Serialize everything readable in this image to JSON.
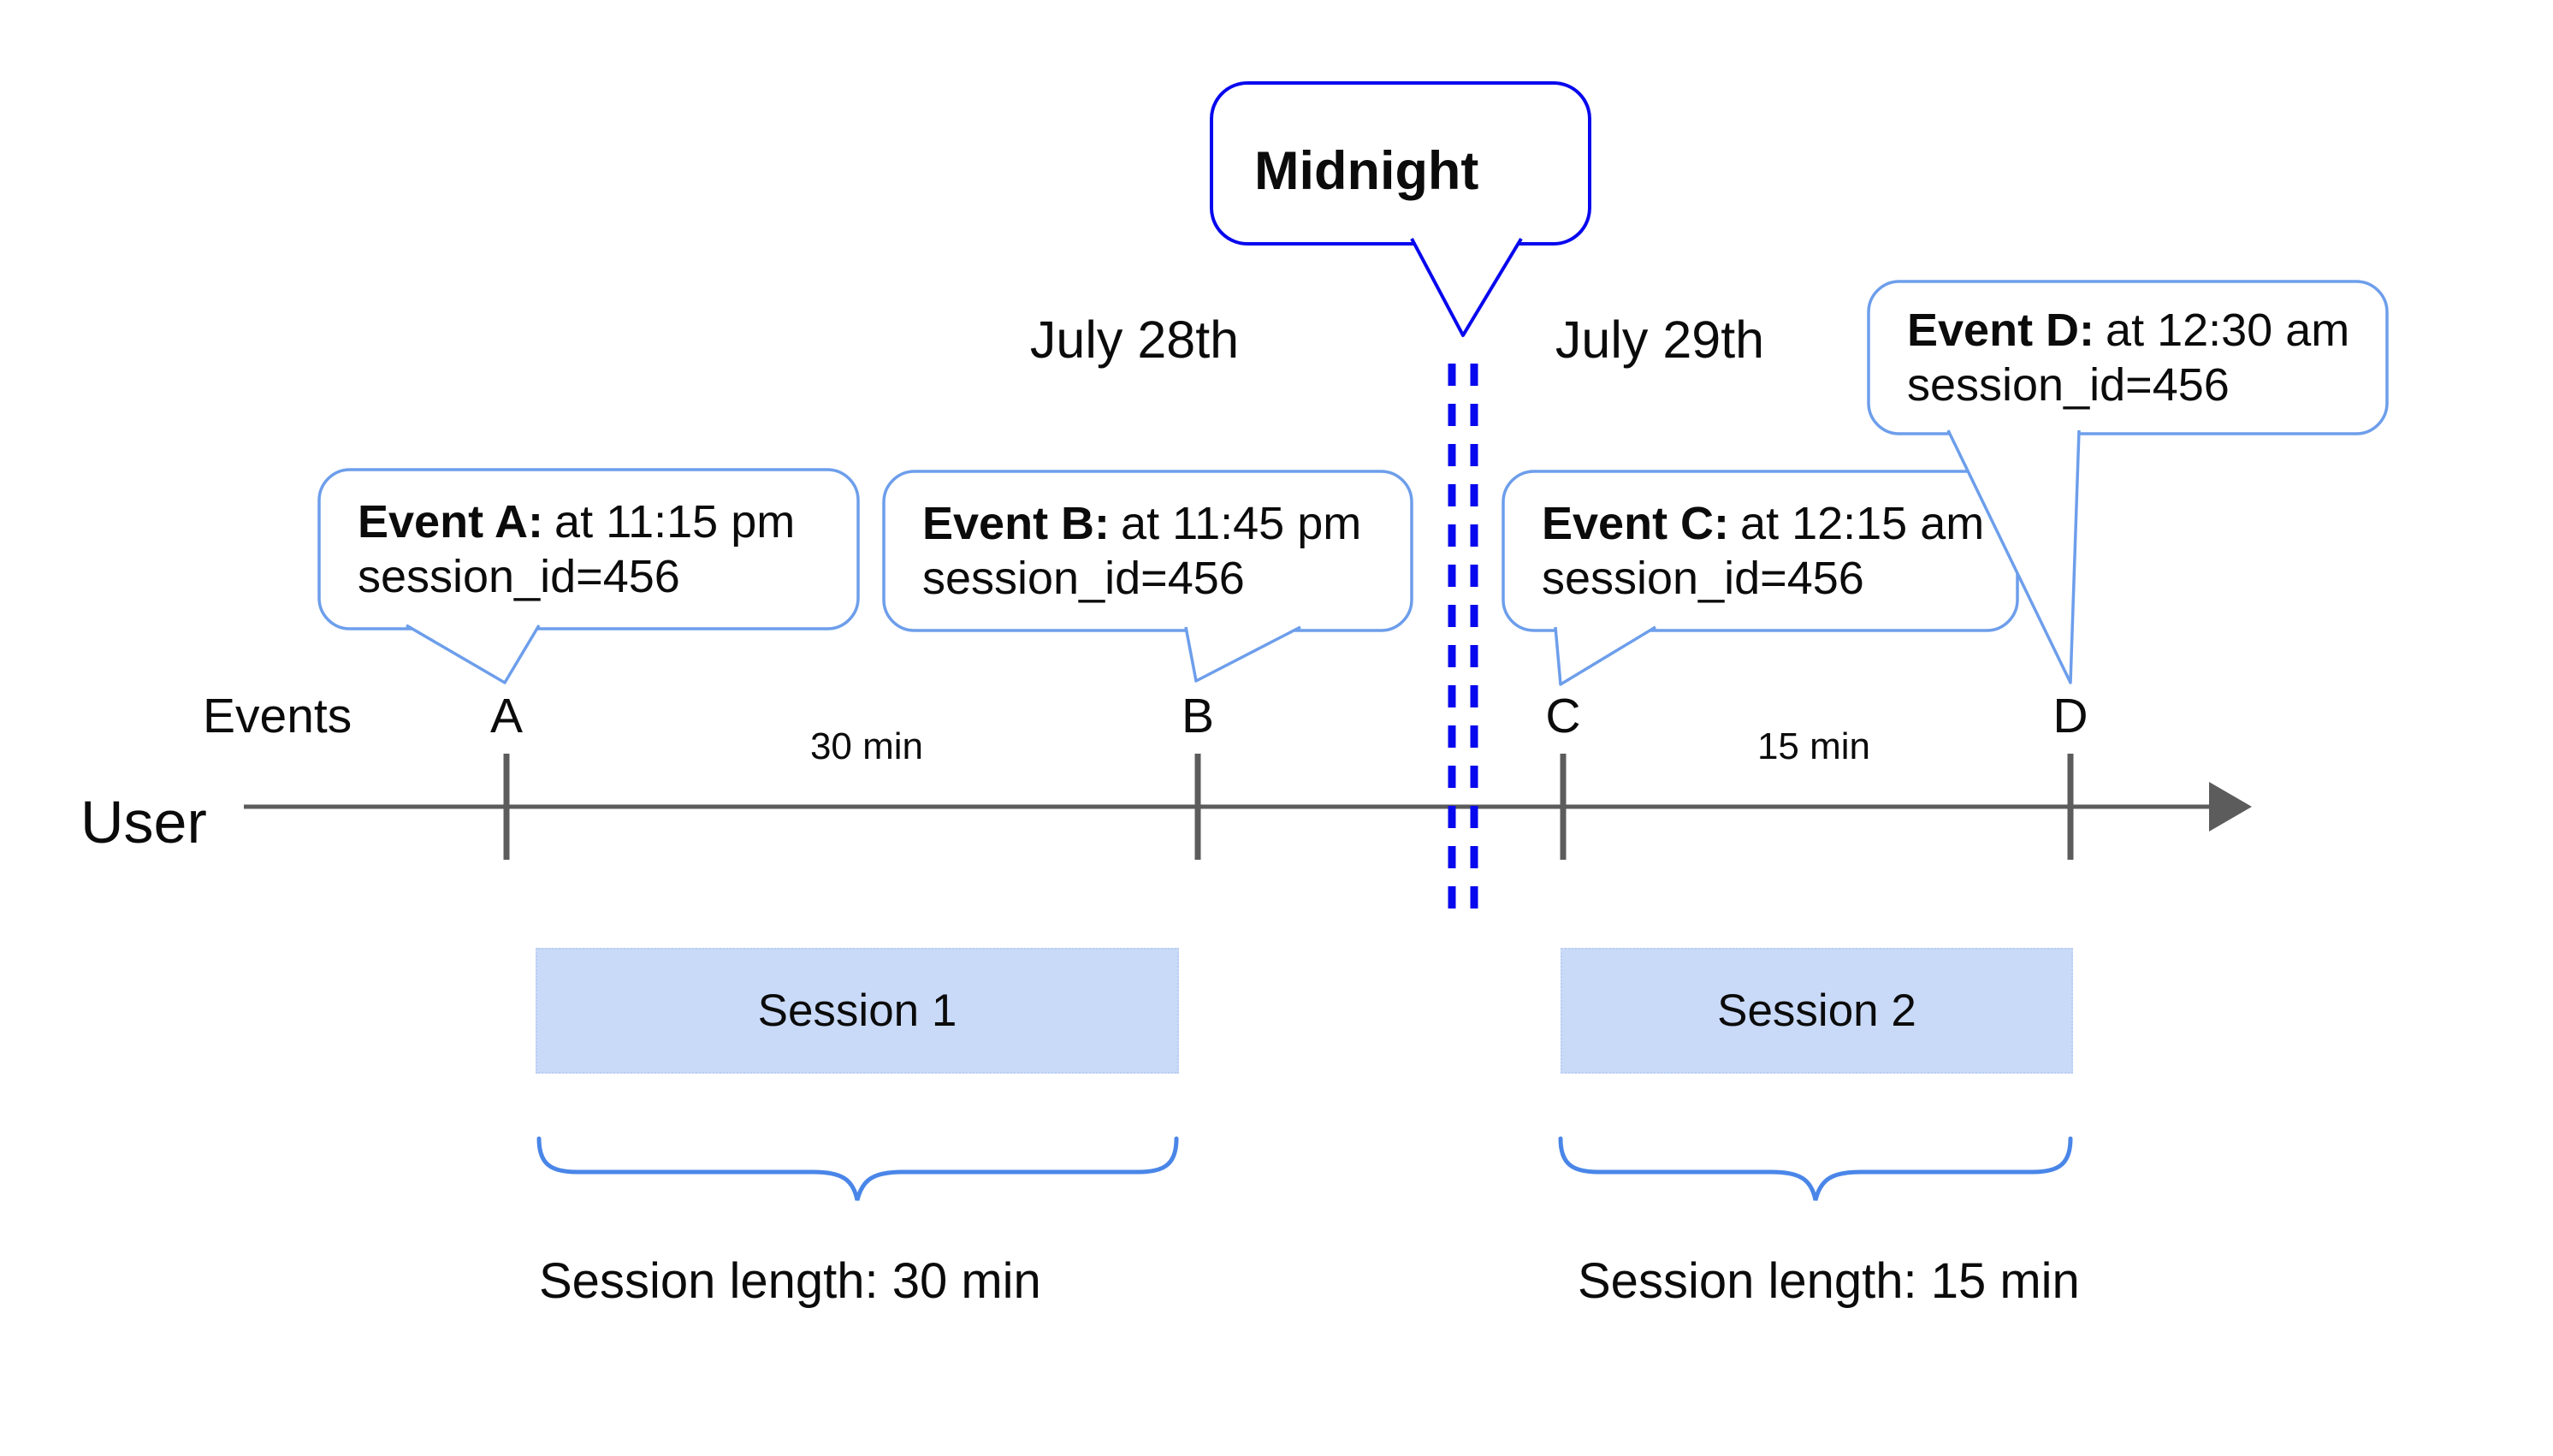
{
  "colors": {
    "axis": "#5c5c5c",
    "bubble_border": "#6d9eeb",
    "midnight_blue": "#0808ee",
    "brace": "#4a86e8",
    "session_fill": "#c9daf8",
    "ink": "#0b0b0b"
  },
  "midnight": {
    "label": "Midnight"
  },
  "dates": {
    "left": "July 28th",
    "right": "July 29th"
  },
  "axis": {
    "events_label": "Events",
    "user_label": "User",
    "gap_ab": "30 min",
    "gap_cd": "15 min"
  },
  "events": [
    {
      "id": "A",
      "title_bold": "Event A:",
      "title_rest": "at 11:15 pm",
      "session_line": "session_id=456"
    },
    {
      "id": "B",
      "title_bold": "Event B:",
      "title_rest": "at 11:45 pm",
      "session_line": "session_id=456"
    },
    {
      "id": "C",
      "title_bold": "Event C:",
      "title_rest": "at 12:15 am",
      "session_line": "session_id=456"
    },
    {
      "id": "D",
      "title_bold": "Event D:",
      "title_rest": "at 12:30 am",
      "session_line": "session_id=456"
    }
  ],
  "sessions": [
    {
      "name": "Session 1",
      "length_label": "Session length: 30 min"
    },
    {
      "name": "Session 2",
      "length_label": "Session length: 15 min"
    }
  ]
}
